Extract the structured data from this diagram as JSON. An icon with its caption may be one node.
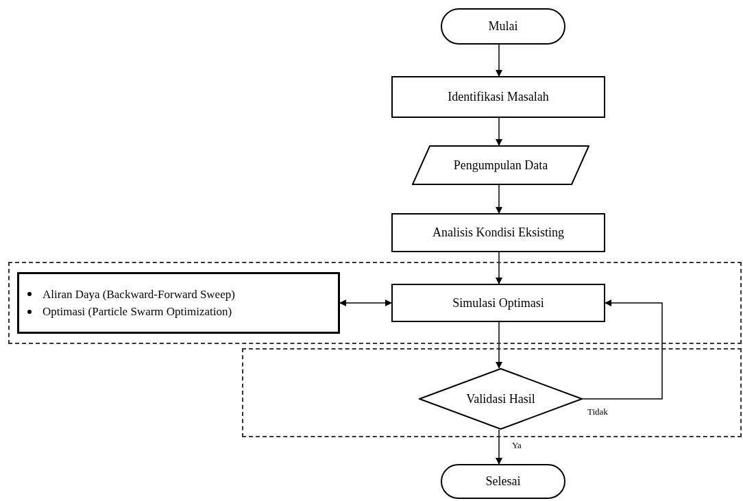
{
  "diagram": {
    "nodes": [
      {
        "text": [
          "Mulai"
        ]
      },
      {
        "text": [
          "Identifikasi Masalah"
        ]
      },
      {
        "text": [
          "Pengumpulan Data"
        ]
      },
      {
        "text": [
          "Analisis Kondisi Eksisting"
        ]
      },
      {
        "text": [],
        "shape": "box"
      },
      {
        "text": [
          "Aliran Daya (Backward-Forward Sweep)",
          "Optimasi (Particle Swarm Optimization)"
        ],
        "in": 4
      },
      {
        "text": [
          "Simulasi Optimasi"
        ],
        "in": 4
      },
      {
        "text": [],
        "shape": "box"
      },
      {
        "text": [
          "Validasi Hasil"
        ],
        "in": 7
      },
      {
        "text": [
          "Selesai"
        ]
      }
    ],
    "edges": [
      {
        "from": 0,
        "to": 1,
        "arrow": "to"
      },
      {
        "from": 1,
        "to": 2,
        "arrow": "to"
      },
      {
        "from": 2,
        "to": 3,
        "arrow": "to"
      },
      {
        "from": 3,
        "to": 6,
        "arrow": "to"
      },
      {
        "from": 5,
        "to": 6,
        "arrow": "both"
      },
      {
        "from": 6,
        "to": 8,
        "arrow": "to"
      },
      {
        "from": 8,
        "to": 6,
        "arrow": "to",
        "label": "Tidak"
      },
      {
        "from": 8,
        "to": 9,
        "arrow": "to",
        "label": "Ya"
      }
    ]
  }
}
